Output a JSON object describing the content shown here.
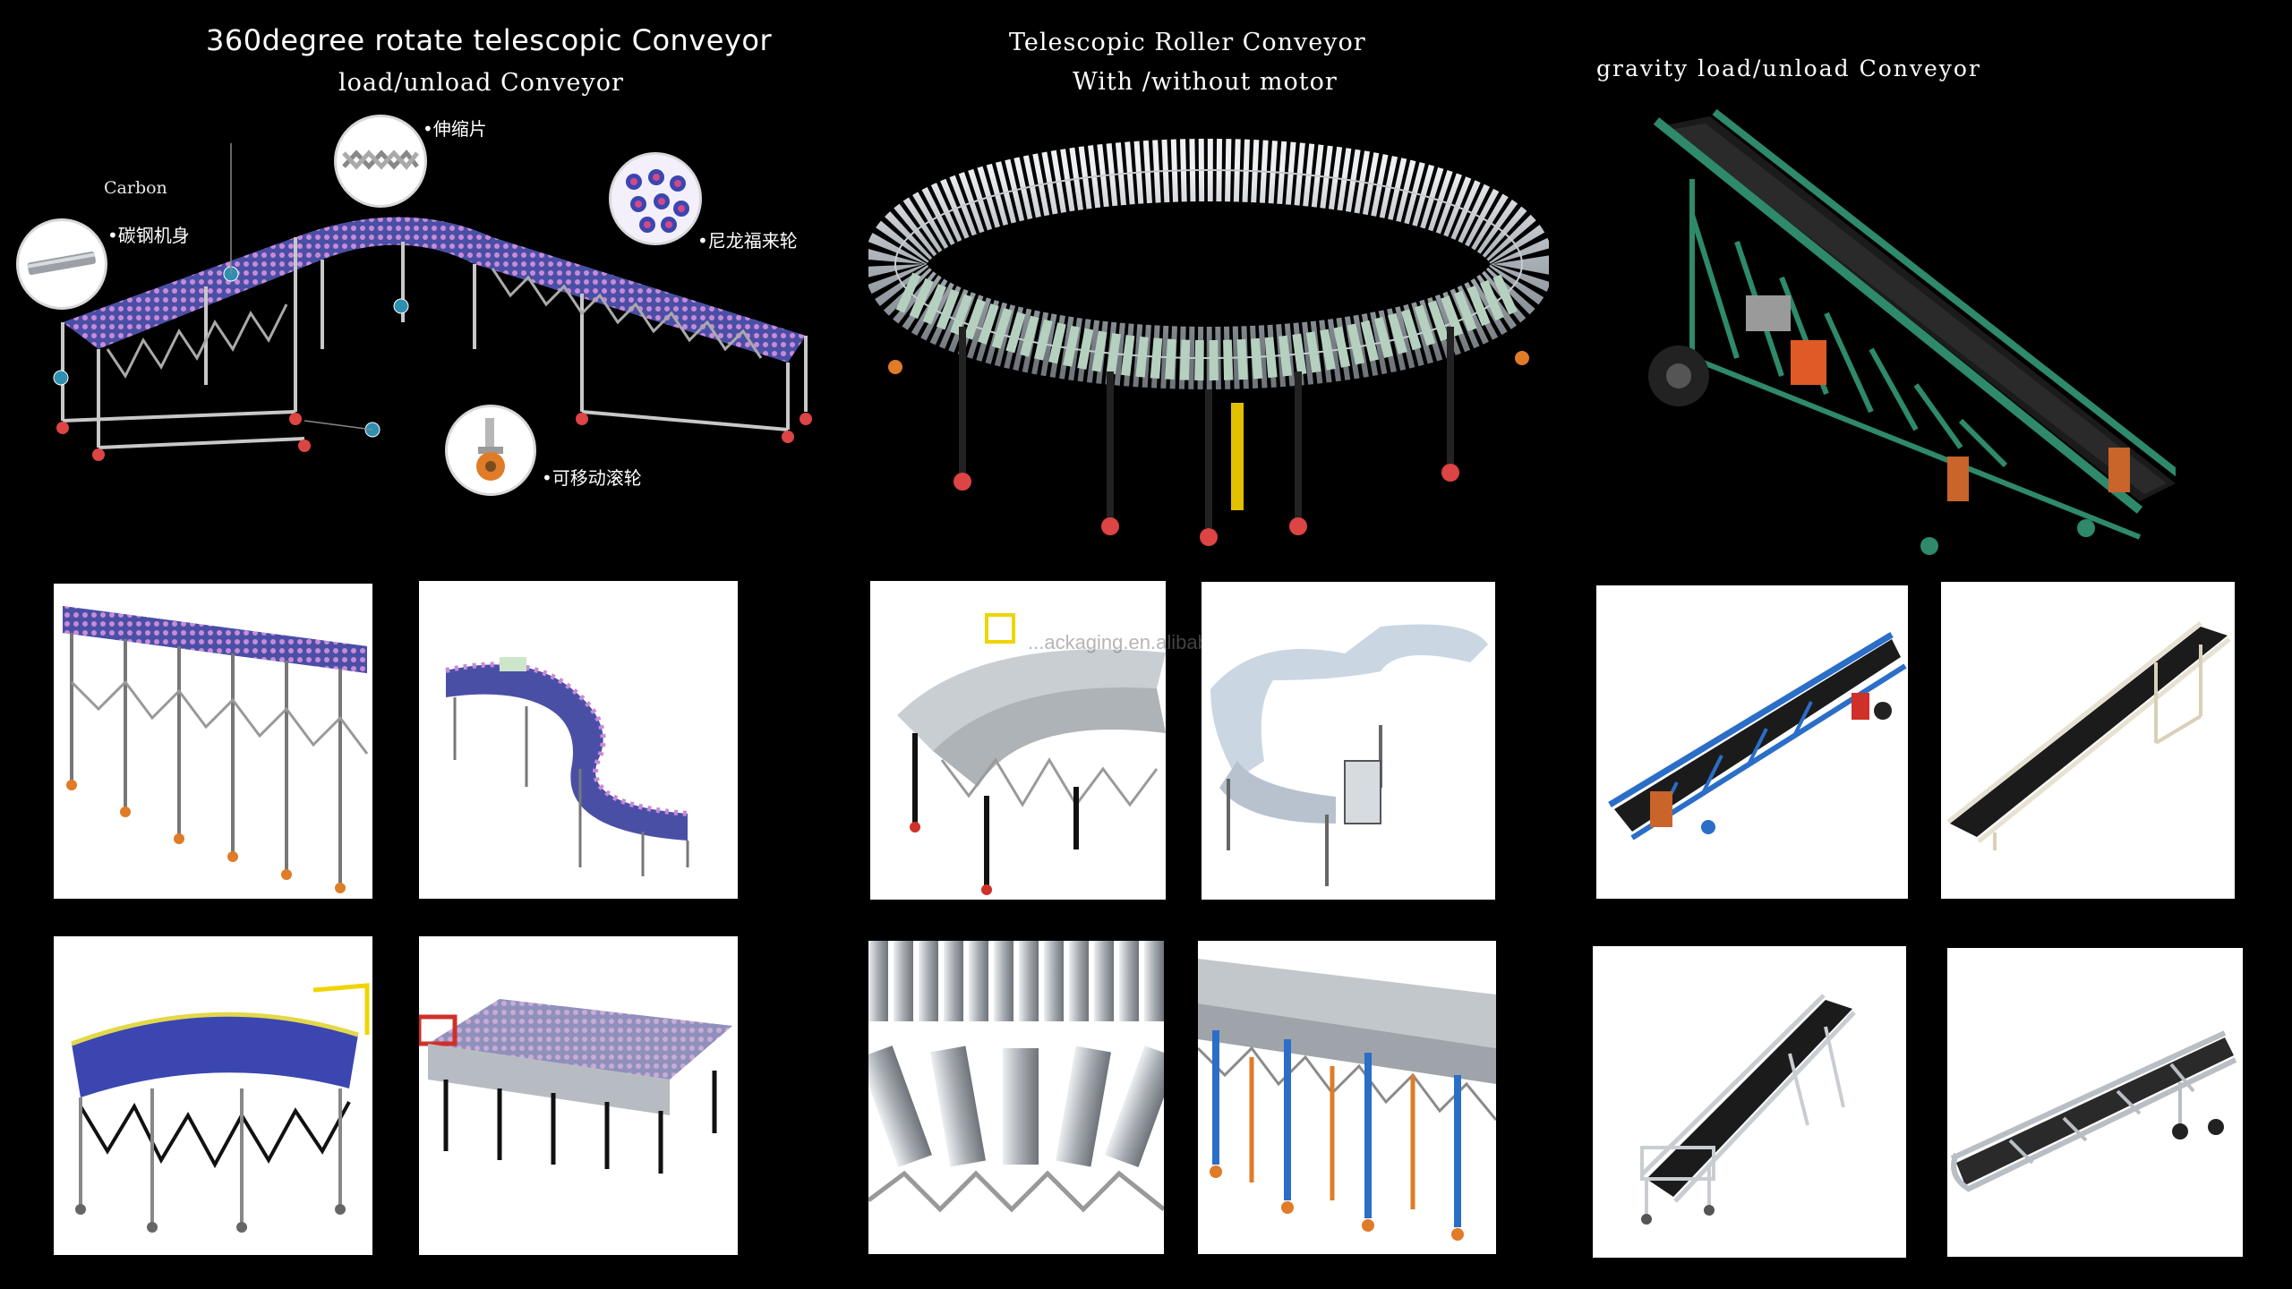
{
  "sections": {
    "left": {
      "title_line1": "360degree rotate   telescopic Conveyor",
      "title_line2": "load/unload Conveyor",
      "carbon_note": "Carbon",
      "callouts": {
        "body": "碳钢机身",
        "retract": "伸缩片",
        "wheel": "尼龙福来轮",
        "caster": "可移动滚轮"
      }
    },
    "middle": {
      "title_line1": "Telescopic Roller Conveyor",
      "title_line2": "With /without motor",
      "watermark": "...ackaging.en.alibaba.com"
    },
    "right": {
      "title_line1": "gravity load/unload Conveyor"
    }
  },
  "icons": {
    "hero_left": "flexible-skate-wheel-conveyor-curve",
    "hero_middle": "circular-roller-conveyor",
    "hero_right": "inclined-belt-conveyor"
  },
  "colors": {
    "background": "#000000",
    "text": "#ffffff",
    "skate_blue": "#3b4aa8",
    "skate_purple": "#7b5aa6",
    "roller_silver": "#b9bec4",
    "frame_green": "#2e8a6a",
    "belt_black": "#1b1b1b",
    "accent_red": "#d0302a",
    "accent_orange": "#e07b28",
    "accent_blue": "#2a6ec8"
  }
}
